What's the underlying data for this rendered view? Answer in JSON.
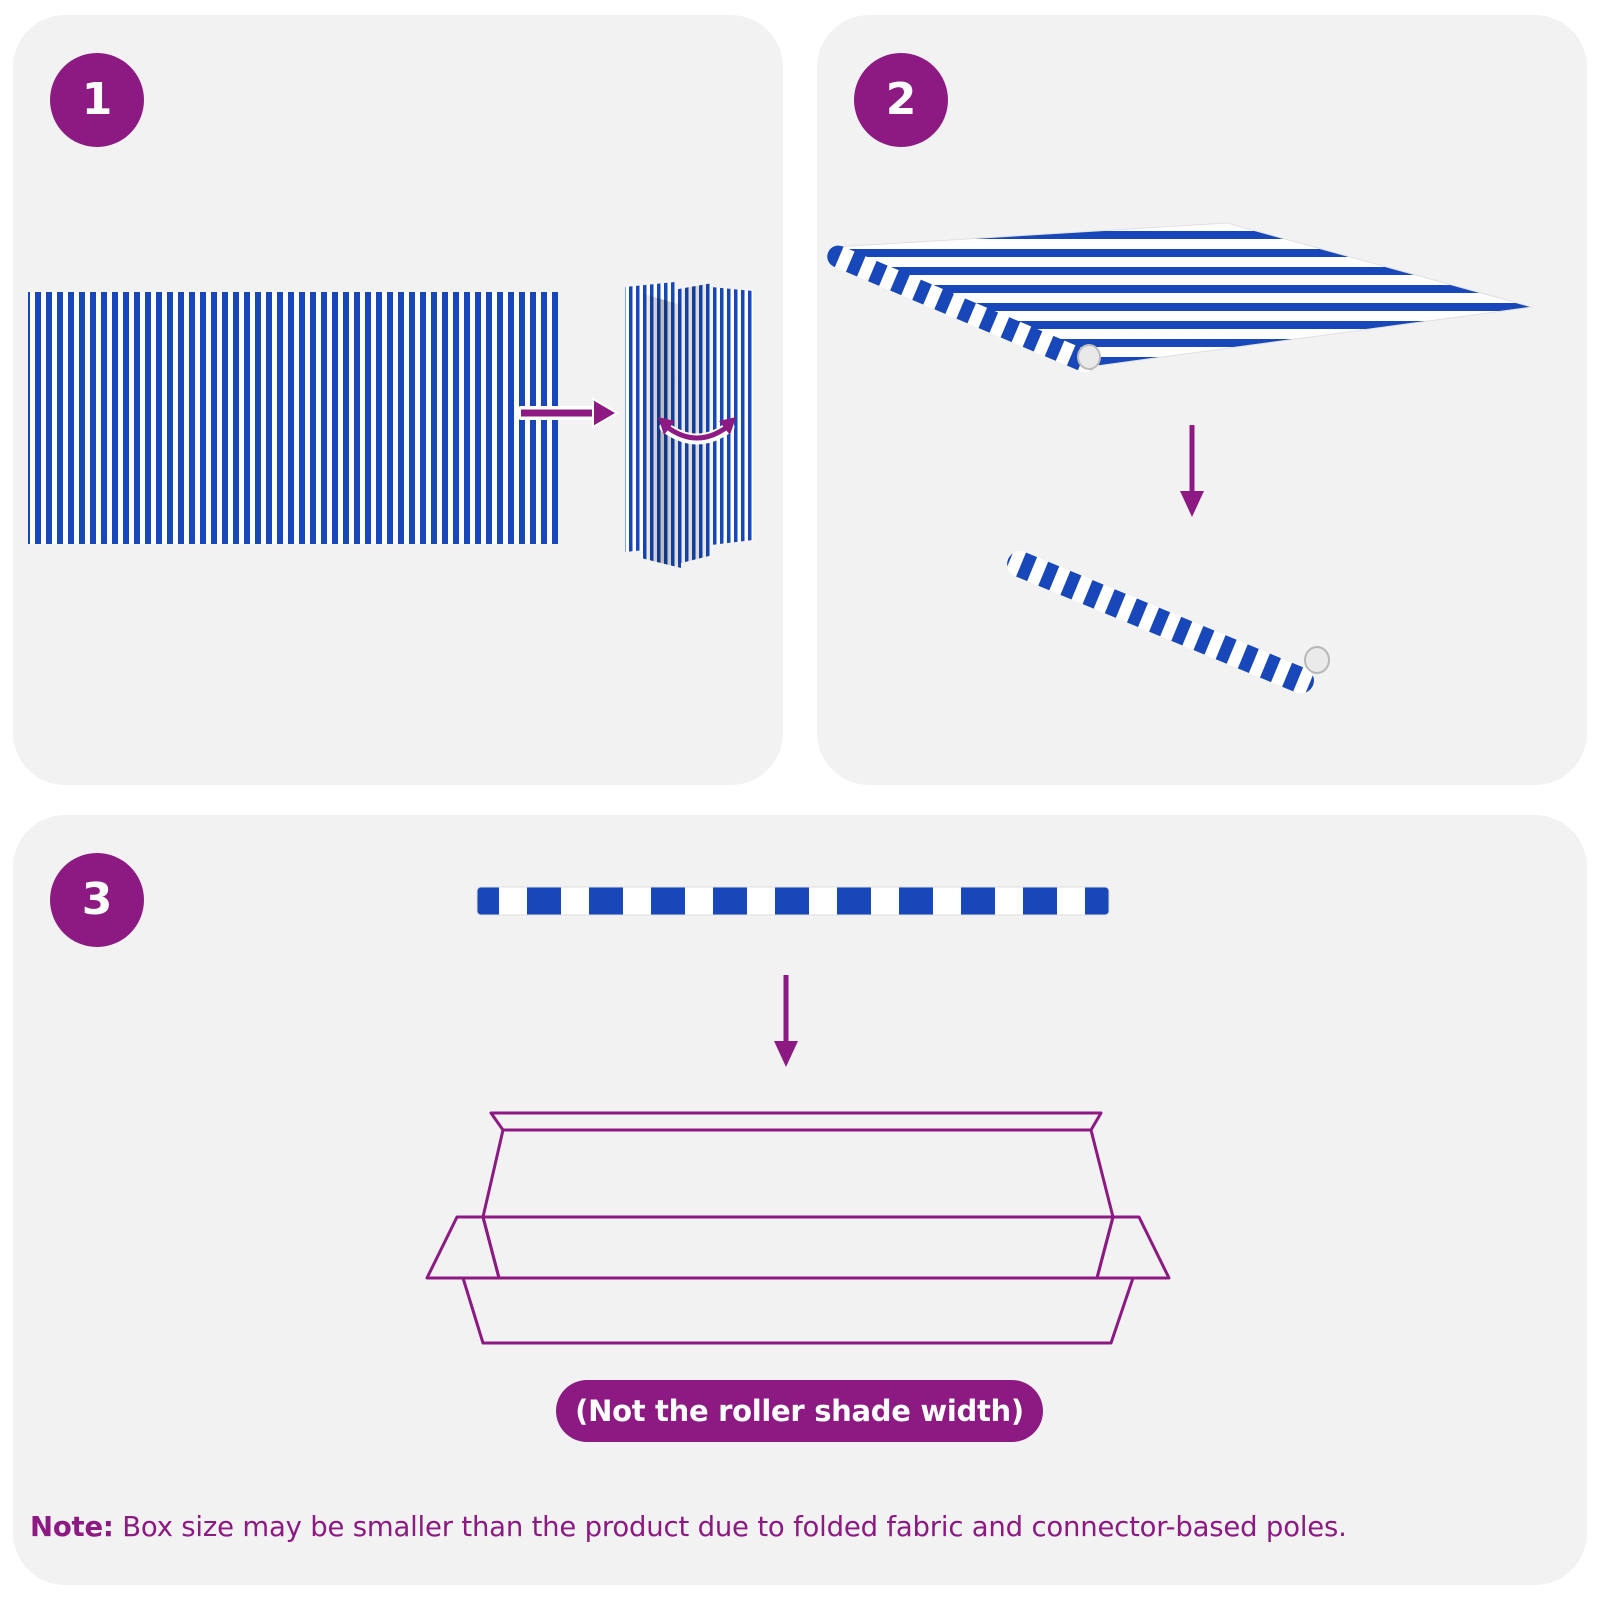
{
  "colors": {
    "accent": "#8c1a82",
    "stripe_blue": "#1747b8",
    "stripe_white": "#ffffff",
    "panel_bg": "#f3f2f3"
  },
  "steps": [
    {
      "number": "1",
      "illustration": "striped-fabric-folding"
    },
    {
      "number": "2",
      "illustration": "fabric-rolling-into-tube"
    },
    {
      "number": "3",
      "illustration": "roll-packed-into-box"
    }
  ],
  "step3": {
    "pill_label": "(Not the roller shade width)"
  },
  "note": {
    "prefix": "Note:",
    "text": " Box size may be smaller than the product due to folded fabric and connector-based poles."
  },
  "icons": [
    "arrow-right-icon",
    "curved-double-arrow-icon",
    "arrow-down-icon",
    "box-outline-icon"
  ]
}
